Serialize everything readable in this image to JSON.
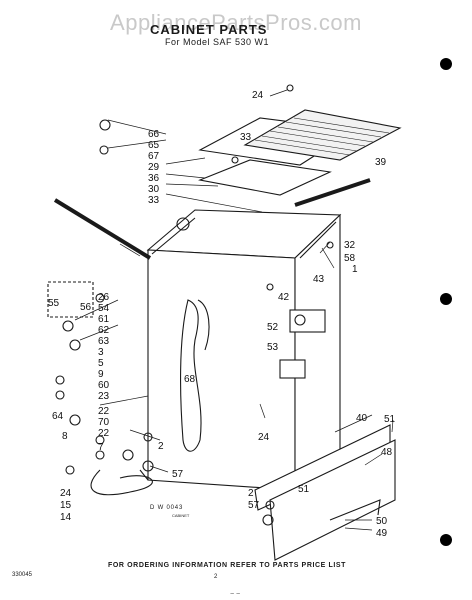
{
  "watermark": "AppliancePartsPros.com",
  "title": "CABINET PARTS",
  "subtitle": "For Model SAF 530 W1",
  "footer_note": "FOR ORDERING INFORMATION REFER TO PARTS PRICE LIST",
  "drawing_code": "D W 0043",
  "drawing_subcode": "CABINET",
  "doc_code": "330045",
  "page_number": "2",
  "handwritten_note": "~ ~",
  "part_labels": [
    "24",
    "33",
    "39",
    "66",
    "65",
    "67",
    "29",
    "36",
    "30",
    "33",
    "32",
    "58",
    "1",
    "43",
    "42",
    "52",
    "53",
    "68",
    "55",
    "56",
    "26",
    "54",
    "61",
    "62",
    "63",
    "3",
    "5",
    "9",
    "60",
    "23",
    "64",
    "8",
    "22",
    "70",
    "22",
    "7",
    "2",
    "57",
    "24",
    "40",
    "51",
    "48",
    "51",
    "2",
    "57",
    "50",
    "49",
    "24",
    "15",
    "14"
  ]
}
